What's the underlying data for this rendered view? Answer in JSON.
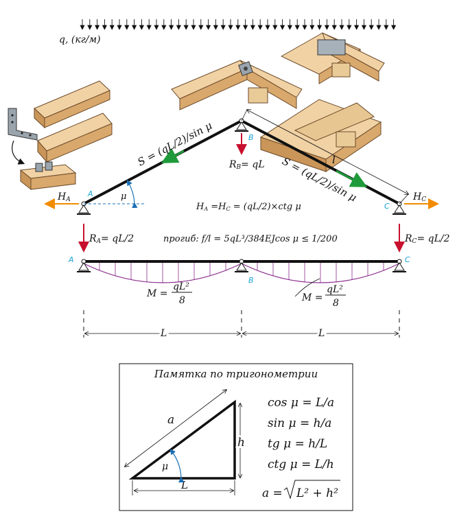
{
  "load": {
    "label": "q, (кг/м)"
  },
  "nodes": {
    "a": "A",
    "b": "B",
    "c": "C"
  },
  "forces": {
    "ha": "H",
    "ha_sub": "A",
    "hc": "H",
    "hc_sub": "C",
    "ra": "R",
    "ra_sub": "A",
    "ra_val": "= qL/2",
    "rc": "R",
    "rc_sub": "C",
    "rc_val": "= qL/2",
    "rb": "R",
    "rb_sub": "B",
    "rb_val": "= qL"
  },
  "members": {
    "s_left": "S = (qL/2)/sin μ",
    "s_right": "S = (qL/2)/sin μ",
    "span_label": "l",
    "angle": "μ"
  },
  "formulas": {
    "h_eq_prefix": "H",
    "h_eq_a": "A",
    "h_eq_mid": " =H",
    "h_eq_c": "C",
    "h_eq_rest": " = (qL/2)×ctg μ",
    "deflection": "прогиб: f/l = 5qL³/384EJcos μ  ≤ 1/200"
  },
  "moments": {
    "m_left_prefix": "M =",
    "m_left_num": "qL²",
    "m_left_den": "8",
    "m_right_prefix": "M =",
    "m_right_num": "qL²",
    "m_right_den": "8"
  },
  "dimensions": {
    "left": "L",
    "right": "L"
  },
  "memo": {
    "title": "Памятка по тригонометрии",
    "hyp": "a",
    "height": "h",
    "base": "L",
    "angle": "μ",
    "formulas": [
      "cos μ = L/a",
      "sin μ = h/a",
      "tg μ = h/L",
      "ctg μ = L/h"
    ],
    "root_prefix": "a =",
    "root_body": "L² + h²"
  },
  "colors": {
    "reaction": "#c8102e",
    "horizontal": "#f28c00",
    "member_arrow": "#1f9a3a",
    "moment": "#8a2b8c",
    "node_label": "#1aa3d6",
    "wood": "#e6c08e"
  }
}
